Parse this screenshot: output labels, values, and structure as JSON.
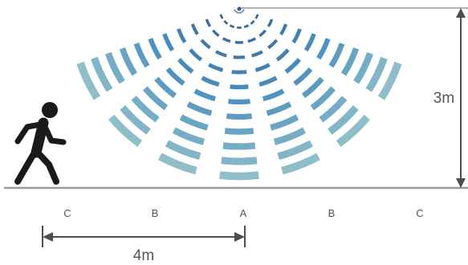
{
  "diagram": {
    "height_label": "3m",
    "distance_label": "4m",
    "zones": [
      "C",
      "B",
      "A",
      "B",
      "C"
    ],
    "colors": {
      "ground": "#9a9a9a",
      "dimension": "#4d4d4d",
      "person": "#1a1a1a",
      "wave_near": "#2f5f8f",
      "wave_mid": "#4a8ec0",
      "wave_far": "#8fbec9"
    },
    "icons": {
      "sensor": "sensor-dot-icon",
      "person": "walking-person-icon"
    }
  }
}
